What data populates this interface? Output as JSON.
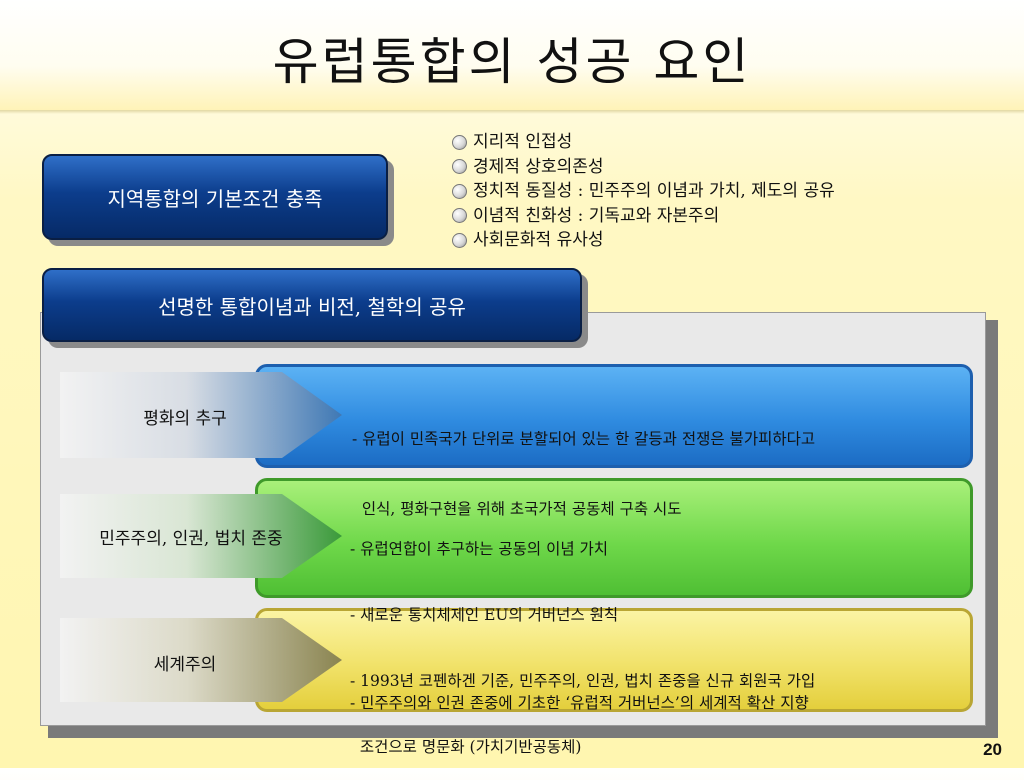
{
  "slide": {
    "title": "유럽통합의 성공 요인",
    "page_number": "20"
  },
  "condition_box": {
    "label": "지역통합의 기본조건 충족"
  },
  "conditions": [
    "지리적 인접성",
    "경제적 상호의존성",
    "정치적 동질성 : 민주주의 이념과 가치, 제도의 공유",
    "이념적 친화성 : 기독교와 자본주의",
    "사회문화적 유사성"
  ],
  "vision_box": {
    "label": "선명한 통합이념과 비전, 철학의 공유"
  },
  "factors": [
    {
      "label": "평화의 추구",
      "lines": [
        "- 유럽이 민족국가 단위로 분할되어 있는 한 갈등과 전쟁은 불가피하다고",
        "  인식, 평화구현을 위해 초국가적 공동체 구축 시도"
      ]
    },
    {
      "label": "민주주의, 인권, 법치 존중",
      "lines": [
        "- 유럽연합이 추구하는 공동의 이념 가치",
        "- 새로운 통치체제인 EU의 거버넌스 원칙",
        "- 1993년 코펜하겐 기준, 민주주의, 인권, 법치 존중을 신규 회원국 가입",
        "  조건으로 명문화 (가치기반공동체)"
      ]
    },
    {
      "label": "세계주의",
      "lines": [
        "- 민주주의와 인권 존중에 기초한 ‘유럽적 거버넌스’의 세계적 확산 지향"
      ]
    }
  ],
  "colors": {
    "navy": "#0c3d8c",
    "blue_band": "#2f8be0",
    "green_band": "#6fd84a",
    "yellow_band": "#f1e26a"
  }
}
